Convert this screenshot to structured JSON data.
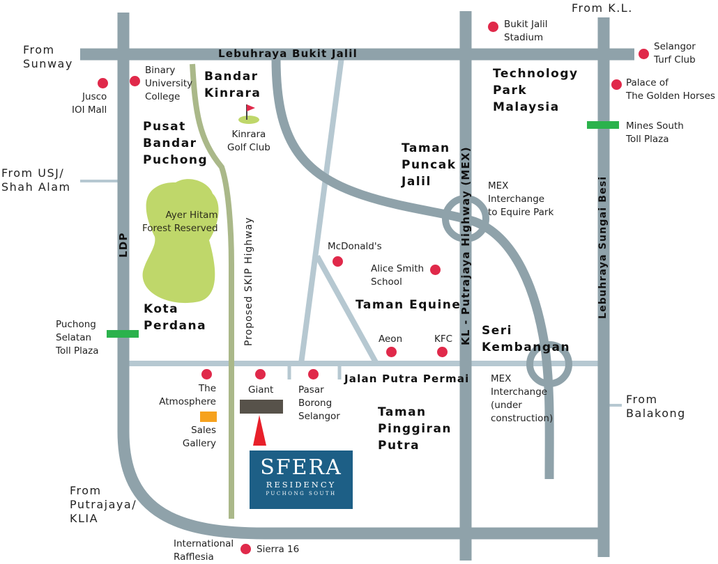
{
  "colors": {
    "major_road": "#8fa2aa",
    "minor_road": "#b6c8d1",
    "skip_highway": "#aab889",
    "poi_dot": "#e0294a",
    "toll": "#2bb24c",
    "forest": "#bfd76a",
    "sales_gallery": "#f6a21e",
    "giant_block": "#57524a",
    "logo_bg": "#1d5f86",
    "marker": "#e8202a"
  },
  "roads": {
    "bukit_jalil": "Lebuhraya Bukit Jalil",
    "ldp": "LDP",
    "skip": "Proposed SKIP Highway",
    "mex": "KL - Putrajaya Highway (MEX)",
    "sungai_besi": "Lebuhraya Sungai Besi",
    "putra_permai": "Jalan Putra Permai"
  },
  "directions": {
    "kl": "From K.L.",
    "sunway": "From\nSunway",
    "usj": "From USJ/\nShah Alam",
    "putrajaya": "From\nPutrajaya/\nKLIA",
    "balakong": "From\nBalakong"
  },
  "areas": {
    "bandar_kinrara": "Bandar\nKinrara",
    "pusat_bandar_puchong": "Pusat\nBandar\nPuchong",
    "kota_perdana": "Kota\nPerdana",
    "technology_park": "Technology\nPark\nMalaysia",
    "taman_puncak_jalil": "Taman\nPuncak\nJalil",
    "taman_equine": "Taman Equine",
    "seri_kembangan": "Seri\nKembangan",
    "taman_pinggiran_putra": "Taman\nPinggiran\nPutra"
  },
  "places": {
    "jusco": "Jusco\nIOI Mall",
    "binary": "Binary\nUniversity\nCollege",
    "kinrara_golf": "Kinrara\nGolf Club",
    "forest": "Ayer Hitam\nForest Reserved",
    "bukit_jalil_stadium": "Bukit Jalil\nStadium",
    "selangor_turf": "Selangor\nTurf Club",
    "palace": "Palace of\nThe Golden Horses",
    "mines_toll": "Mines South\nToll Plaza",
    "mex_equire": "MEX\nInterchange\nto Equire Park",
    "mcdonalds": "McDonald's",
    "alice_smith": "Alice Smith\nSchool",
    "aeon": "Aeon",
    "kfc": "KFC",
    "puchong_toll": "Puchong\nSelatan\nToll Plaza",
    "atmosphere": "The\nAtmosphere",
    "giant": "Giant",
    "pasar": "Pasar\nBorong\nSelangor",
    "sales_gallery": "Sales\nGallery",
    "mex_construction": "MEX\nInterchange\n(under\nconstruction)",
    "international": "International\nRafflesia",
    "sierra": "Sierra 16"
  },
  "logo": {
    "title": "SFERA",
    "subtitle": "RESIDENCY",
    "tagline": "PUCHONG SOUTH"
  }
}
